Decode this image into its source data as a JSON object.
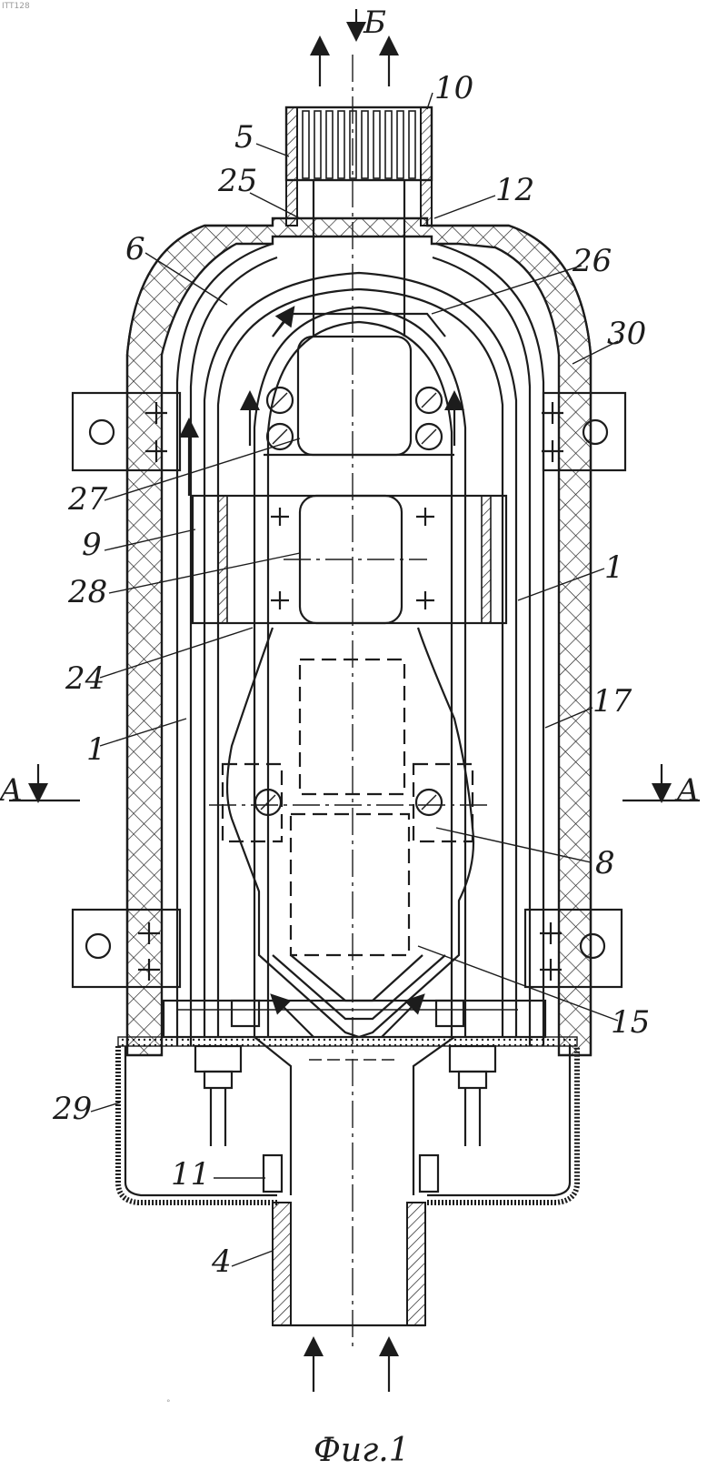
{
  "header": {
    "corner_mark": "ITT128",
    "view_label": "Б"
  },
  "section_marks": {
    "left": "A",
    "right": "A"
  },
  "labels": {
    "l1a": "1",
    "l1b": "1",
    "l4": "4",
    "l5": "5",
    "l6": "6",
    "l8": "8",
    "l9": "9",
    "l10": "10",
    "l11": "11",
    "l12": "12",
    "l15": "15",
    "l17": "17",
    "l24": "24",
    "l25": "25",
    "l26": "26",
    "l27": "27",
    "l28": "28",
    "l29": "29",
    "l30": "30"
  },
  "caption": "Фиг.1",
  "colors": {
    "ink": "#1c1c1c",
    "paper": "#ffffff"
  }
}
